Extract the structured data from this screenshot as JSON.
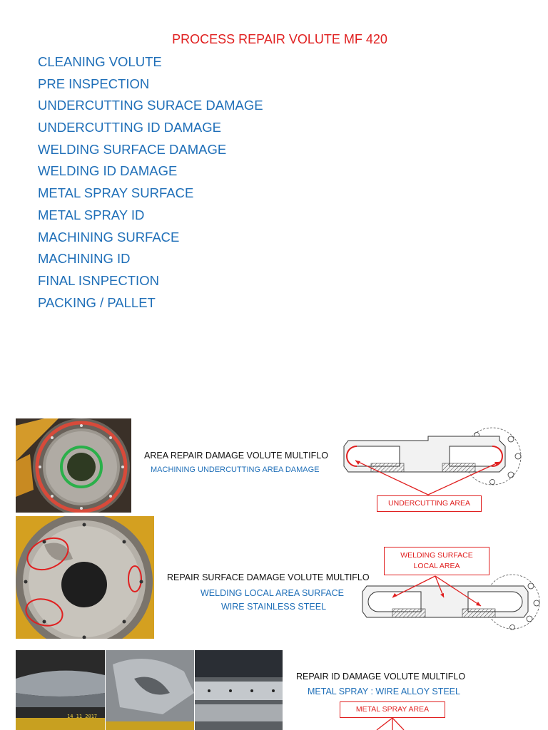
{
  "title": "PROCESS REPAIR VOLUTE MF 420",
  "steps": [
    "CLEANING VOLUTE",
    "PRE INSPECTION",
    "UNDERCUTTING SURACE DAMAGE",
    "UNDERCUTTING ID DAMAGE",
    "WELDING SURFACE DAMAGE",
    "WELDING ID DAMAGE",
    "METAL SPRAY SURFACE",
    "METAL SPRAY ID",
    "MACHINING SURFACE",
    "MACHINING ID",
    "FINAL ISNPECTION",
    "PACKING / PALLET"
  ],
  "sections": {
    "undercutting": {
      "heading": "AREA REPAIR DAMAGE VOLUTE MULTIFLO",
      "sub": "MACHINING UNDERCUTTING  AREA DAMAGE",
      "callout": "UNDERCUTTING  AREA"
    },
    "welding": {
      "heading": "REPAIR SURFACE DAMAGE VOLUTE MULTIFLO",
      "sub_line1": "WELDING LOCAL AREA SURFACE",
      "sub_line2": "WIRE STAINLESS STEEL",
      "callout_line1": "WELDING SURFACE",
      "callout_line2": "LOCAL AREA"
    },
    "metal_spray": {
      "heading": "REPAIR ID DAMAGE VOLUTE MULTIFLO",
      "sub": "METAL SPRAY : WIRE ALLOY STEEL",
      "callout": "METAL SPRAY AREA"
    }
  },
  "colors": {
    "title": "#e02020",
    "steps": "#1f6fb8",
    "annotation": "#e02020"
  },
  "photo_stamp": "14 11 2017"
}
